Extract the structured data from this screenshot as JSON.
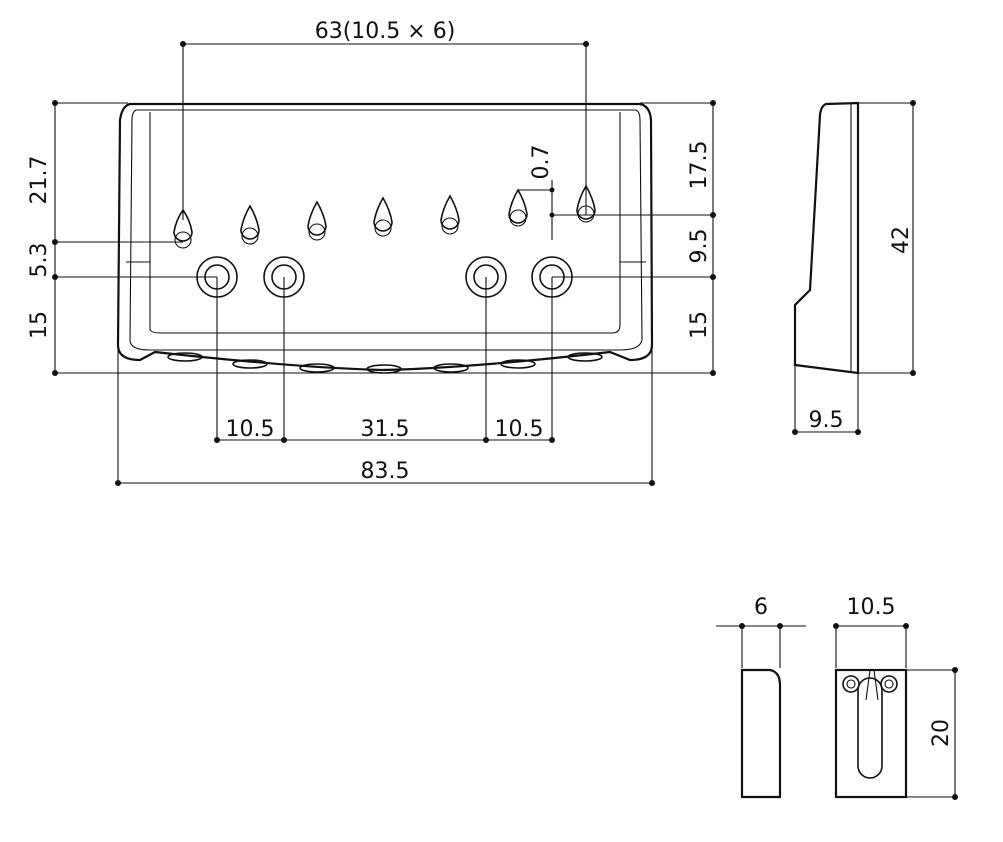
{
  "front_view": {
    "top_span": "63(10.5 × 6)",
    "left_dims": [
      "21.7",
      "5.3",
      "15"
    ],
    "right_dims": [
      "17.5",
      "9.5",
      "15"
    ],
    "offset": "0.7",
    "bottom_dims": [
      "10.5",
      "31.5",
      "10.5"
    ],
    "overall_width": "83.5"
  },
  "side_view": {
    "height": "42",
    "depth": "9.5"
  },
  "saddle_detail": {
    "side_width": "6",
    "front_width": "10.5",
    "height": "20"
  }
}
